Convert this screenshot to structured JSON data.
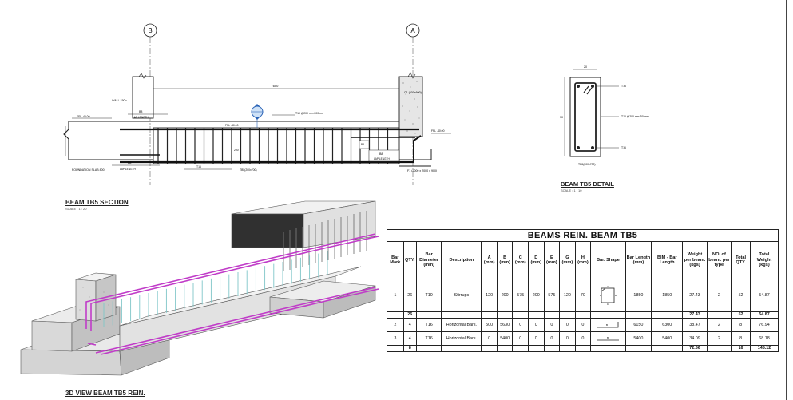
{
  "section": {
    "title": "BEAM TB5 SECTION",
    "scale": "SCALE : 1 : 20",
    "grid_b": "B",
    "grid_a": "A",
    "wall_label": "WALL 150 ▸",
    "dim_top": "600",
    "col_label": "C1 (600x600)",
    "ffl_left": "FFL -40.00",
    "ffl_right": "FFL -40.00",
    "ffl_mid": "FFL -40.00",
    "b8_left_a": "B8",
    "b8_left_b": "B8",
    "b8_right_a": "B8",
    "b8_right_b": "B8",
    "lap_left": "LAP LENGTH",
    "lap_left2": "LAP LENGTH",
    "lap_right": "LAP LENGTH",
    "found_label": "FOUNDATION SLAB 800",
    "pad_label": "F1 (2000 x 2000 x 900)",
    "tag_tb5": "TB5(200x700)",
    "tag_stirrup": "T10 @200 mm 200mm",
    "tag_t16": "T16"
  },
  "detail": {
    "title": "BEAM TB5 DETAIL",
    "scale": "SCALE : 1 : 10",
    "dim_w": "20",
    "dim_h": "70",
    "tag1": "T16",
    "tag2": "T10 @200 mm 200mm",
    "tag3": "T16",
    "tag_name": "TB5(200x700)"
  },
  "view3d": {
    "title": "3D VIEW BEAM TB5 REIN."
  },
  "table": {
    "title": "BEAMS REIN. BEAM TB5",
    "headers": {
      "bar_mark": "Bar Mark",
      "qty": "QTY.",
      "bar_diameter": "Bar Diameter (mm)",
      "description": "Description",
      "a": "A (mm)",
      "b": "B (mm)",
      "c": "C (mm)",
      "d": "D (mm)",
      "e": "E (mm)",
      "g": "G (mm)",
      "h": "H (mm)",
      "bar_shape": "Bar. Shape",
      "bar_length": "Bar Length (mm)",
      "bim_length": "BIM - Bar Length",
      "weight_per_beam": "Weight per beam. (kgs)",
      "no_beam": "NO. of beam. per type",
      "total_qty": "Total QTY.",
      "total_weight": "Total Weight (kgs)"
    },
    "rows": [
      {
        "mark": "1",
        "qty": "26",
        "dia": "T10",
        "desc": "Stirrups",
        "a": "120",
        "b": "200",
        "c": "575",
        "d": "200",
        "e": "575",
        "g": "120",
        "h": "70",
        "len": "1850",
        "bim": "1850",
        "wpb": "27.43",
        "nob": "2",
        "tqty": "52",
        "tw": "54.87"
      },
      {
        "mark": "2",
        "qty": "4",
        "dia": "T16",
        "desc": "Horizontal Bars.",
        "a": "500",
        "b": "5630",
        "c": "0",
        "d": "0",
        "e": "0",
        "g": "0",
        "h": "0",
        "len": "6150",
        "bim": "6300",
        "wpb": "38.47",
        "nob": "2",
        "tqty": "8",
        "tw": "76.94"
      },
      {
        "mark": "3",
        "qty": "4",
        "dia": "T16",
        "desc": "Horizontal Bars.",
        "a": "0",
        "b": "5400",
        "c": "0",
        "d": "0",
        "e": "0",
        "g": "0",
        "h": "0",
        "len": "5400",
        "bim": "5400",
        "wpb": "34.09",
        "nob": "2",
        "tqty": "8",
        "tw": "68.18"
      }
    ],
    "subtotal1": {
      "qty": "26",
      "wpb": "27.43",
      "tqty": "52",
      "tw": "54.87"
    },
    "subtotal2": {
      "qty": "8",
      "wpb": "72.56",
      "tqty": "16",
      "tw": "145.12"
    }
  },
  "colors": {
    "rebar_main": "#c03cc8",
    "stirrup": "#7fc6c8",
    "concrete": "#d9d9d9",
    "line": "#222222"
  }
}
